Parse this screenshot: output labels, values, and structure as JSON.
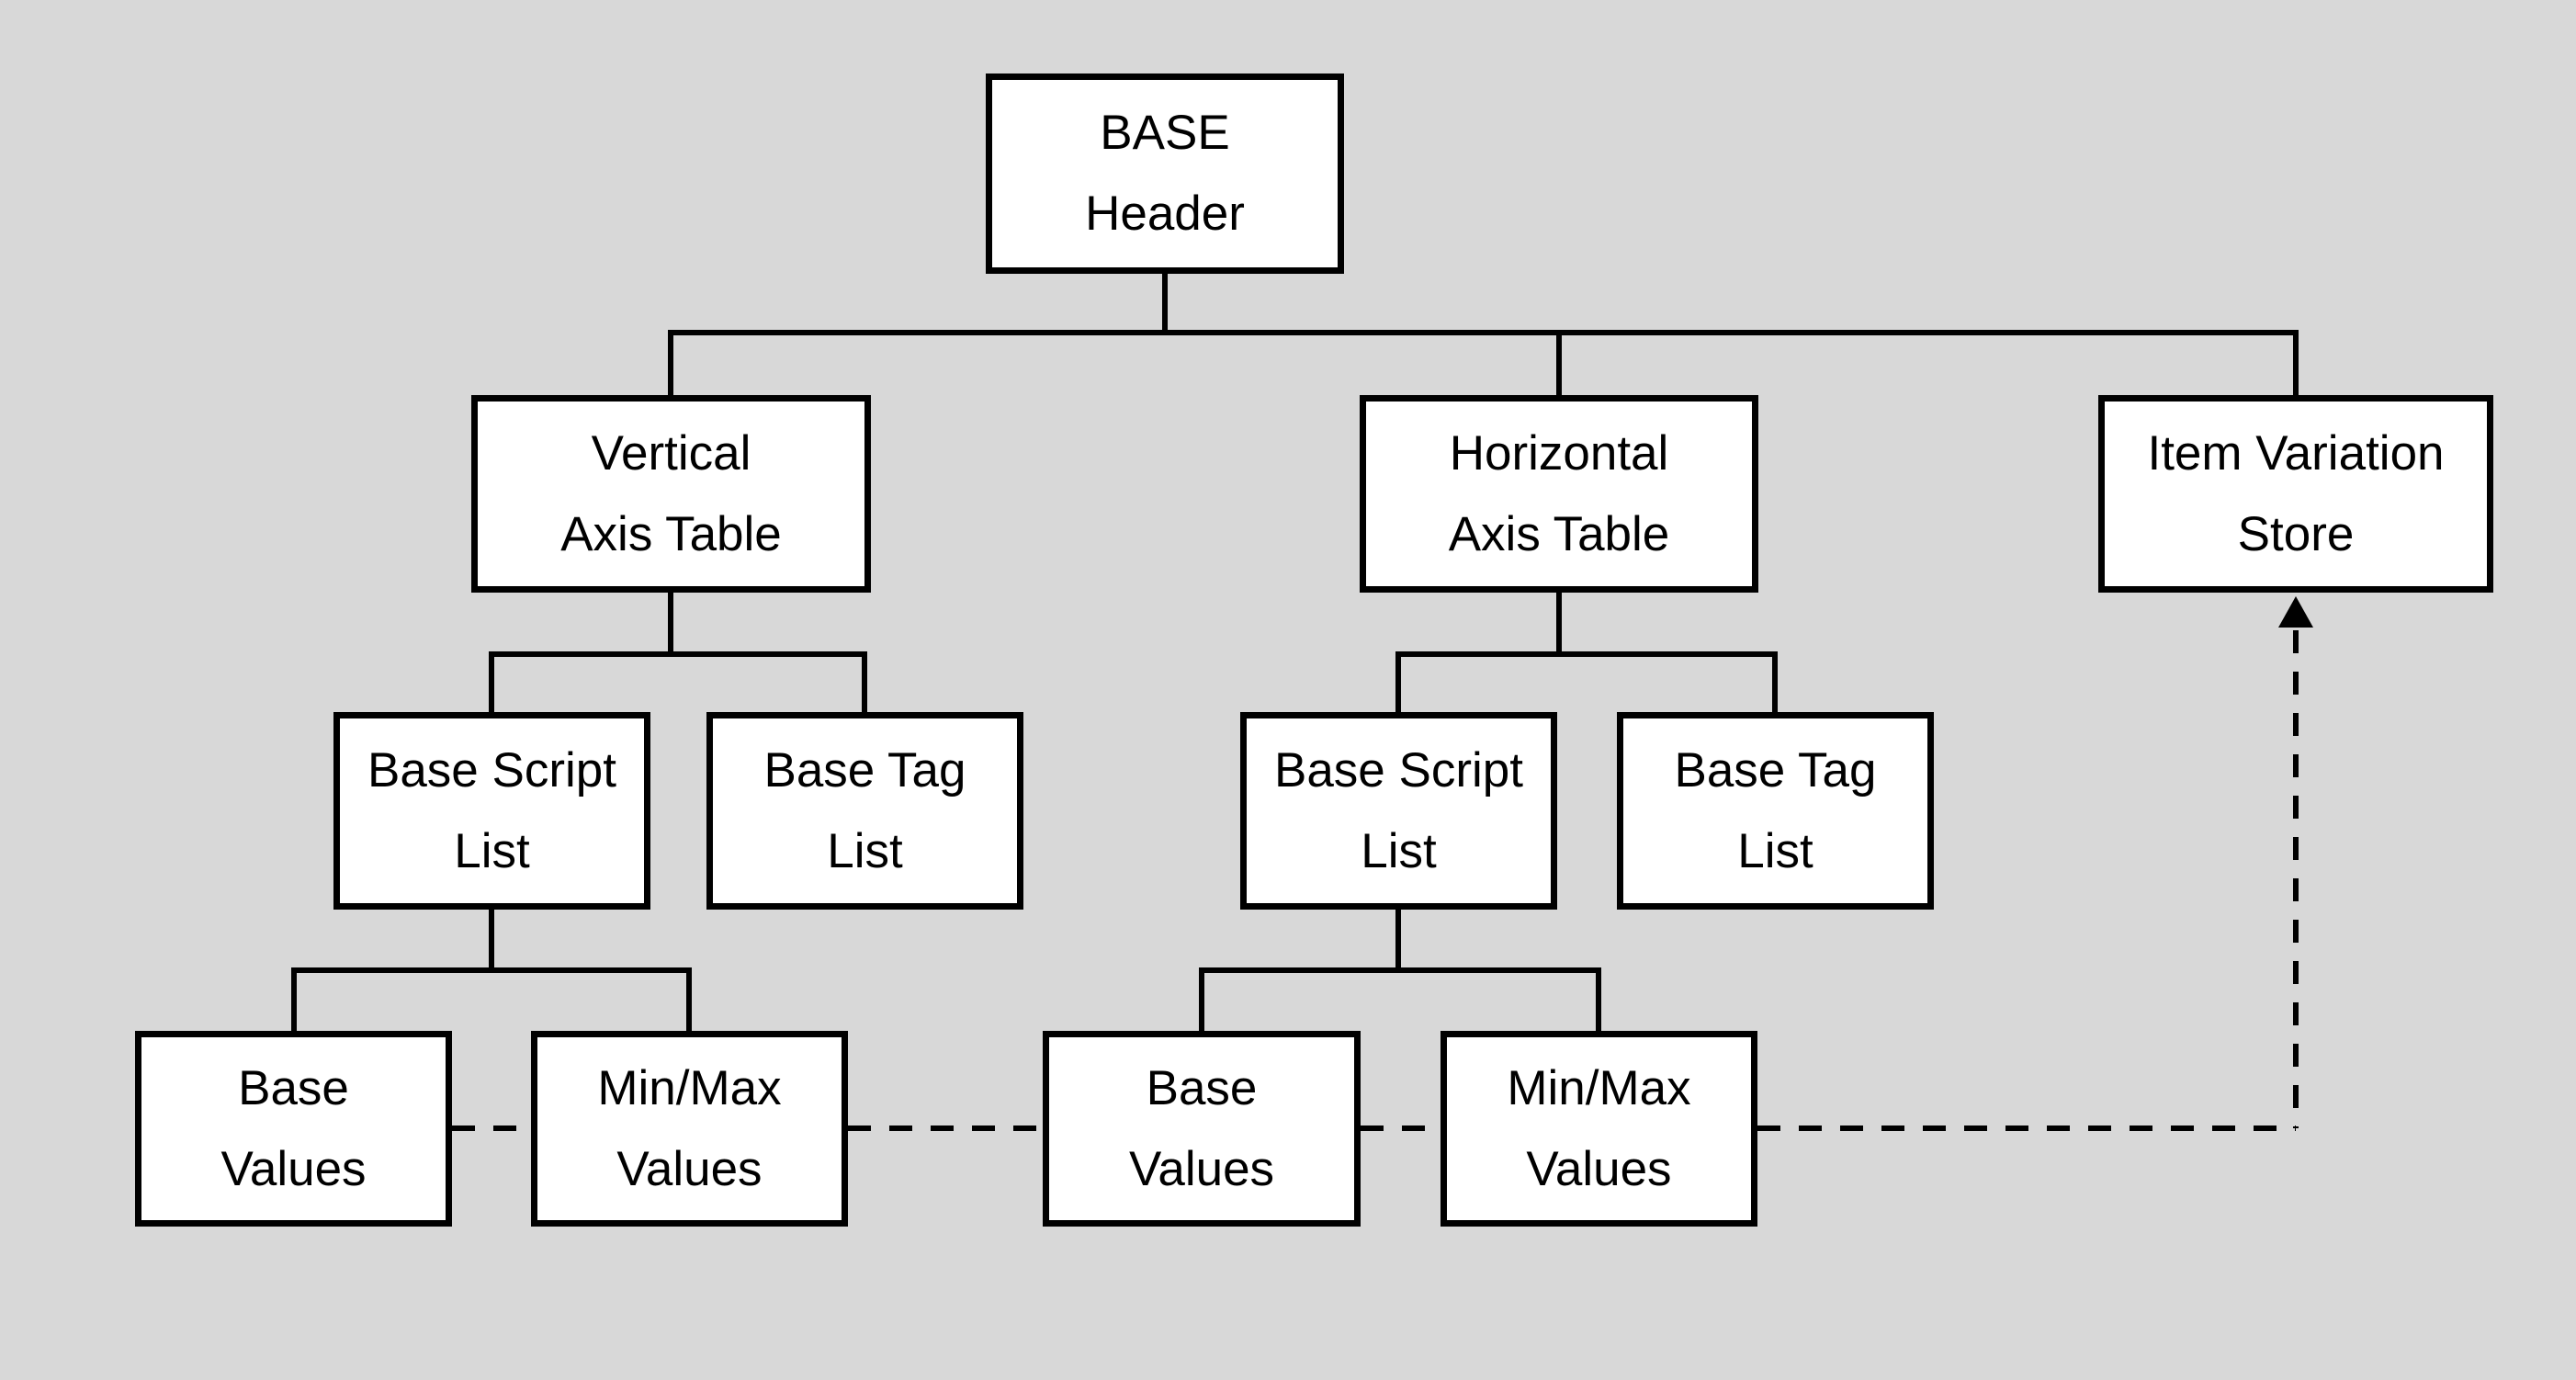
{
  "diagram": {
    "type": "hierarchy-diagram",
    "colors": {
      "background": "#d8d8d8",
      "node_fill": "#ffffff",
      "node_border": "#000000",
      "connector": "#000000"
    },
    "nodes": {
      "base_header": "BASE\nHeader",
      "vertical_axis_table": "Vertical\nAxis Table",
      "horizontal_axis_table": "Horizontal\nAxis Table",
      "item_variation_store": "Item Variation\nStore",
      "base_script_list_left": "Base Script\nList",
      "base_tag_list_left": "Base Tag\nList",
      "base_script_list_right": "Base Script\nList",
      "base_tag_list_right": "Base Tag\nList",
      "base_values_left": "Base\nValues",
      "minmax_values_left": "Min/Max\nValues",
      "base_values_right": "Base\nValues",
      "minmax_values_right": "Min/Max\nValues"
    },
    "edges": {
      "solid": [
        [
          "base_header",
          "vertical_axis_table"
        ],
        [
          "base_header",
          "horizontal_axis_table"
        ],
        [
          "base_header",
          "item_variation_store"
        ],
        [
          "vertical_axis_table",
          "base_script_list_left"
        ],
        [
          "vertical_axis_table",
          "base_tag_list_left"
        ],
        [
          "horizontal_axis_table",
          "base_script_list_right"
        ],
        [
          "horizontal_axis_table",
          "base_tag_list_right"
        ],
        [
          "base_script_list_left",
          "base_values_left"
        ],
        [
          "base_script_list_left",
          "minmax_values_left"
        ],
        [
          "base_script_list_right",
          "base_values_right"
        ],
        [
          "base_script_list_right",
          "minmax_values_right"
        ]
      ],
      "dashed_reference_chain": [
        "base_values_left",
        "minmax_values_left",
        "base_values_right",
        "minmax_values_right",
        "item_variation_store"
      ],
      "arrowhead": {
        "at": "item_variation_store",
        "direction": "up"
      }
    }
  }
}
